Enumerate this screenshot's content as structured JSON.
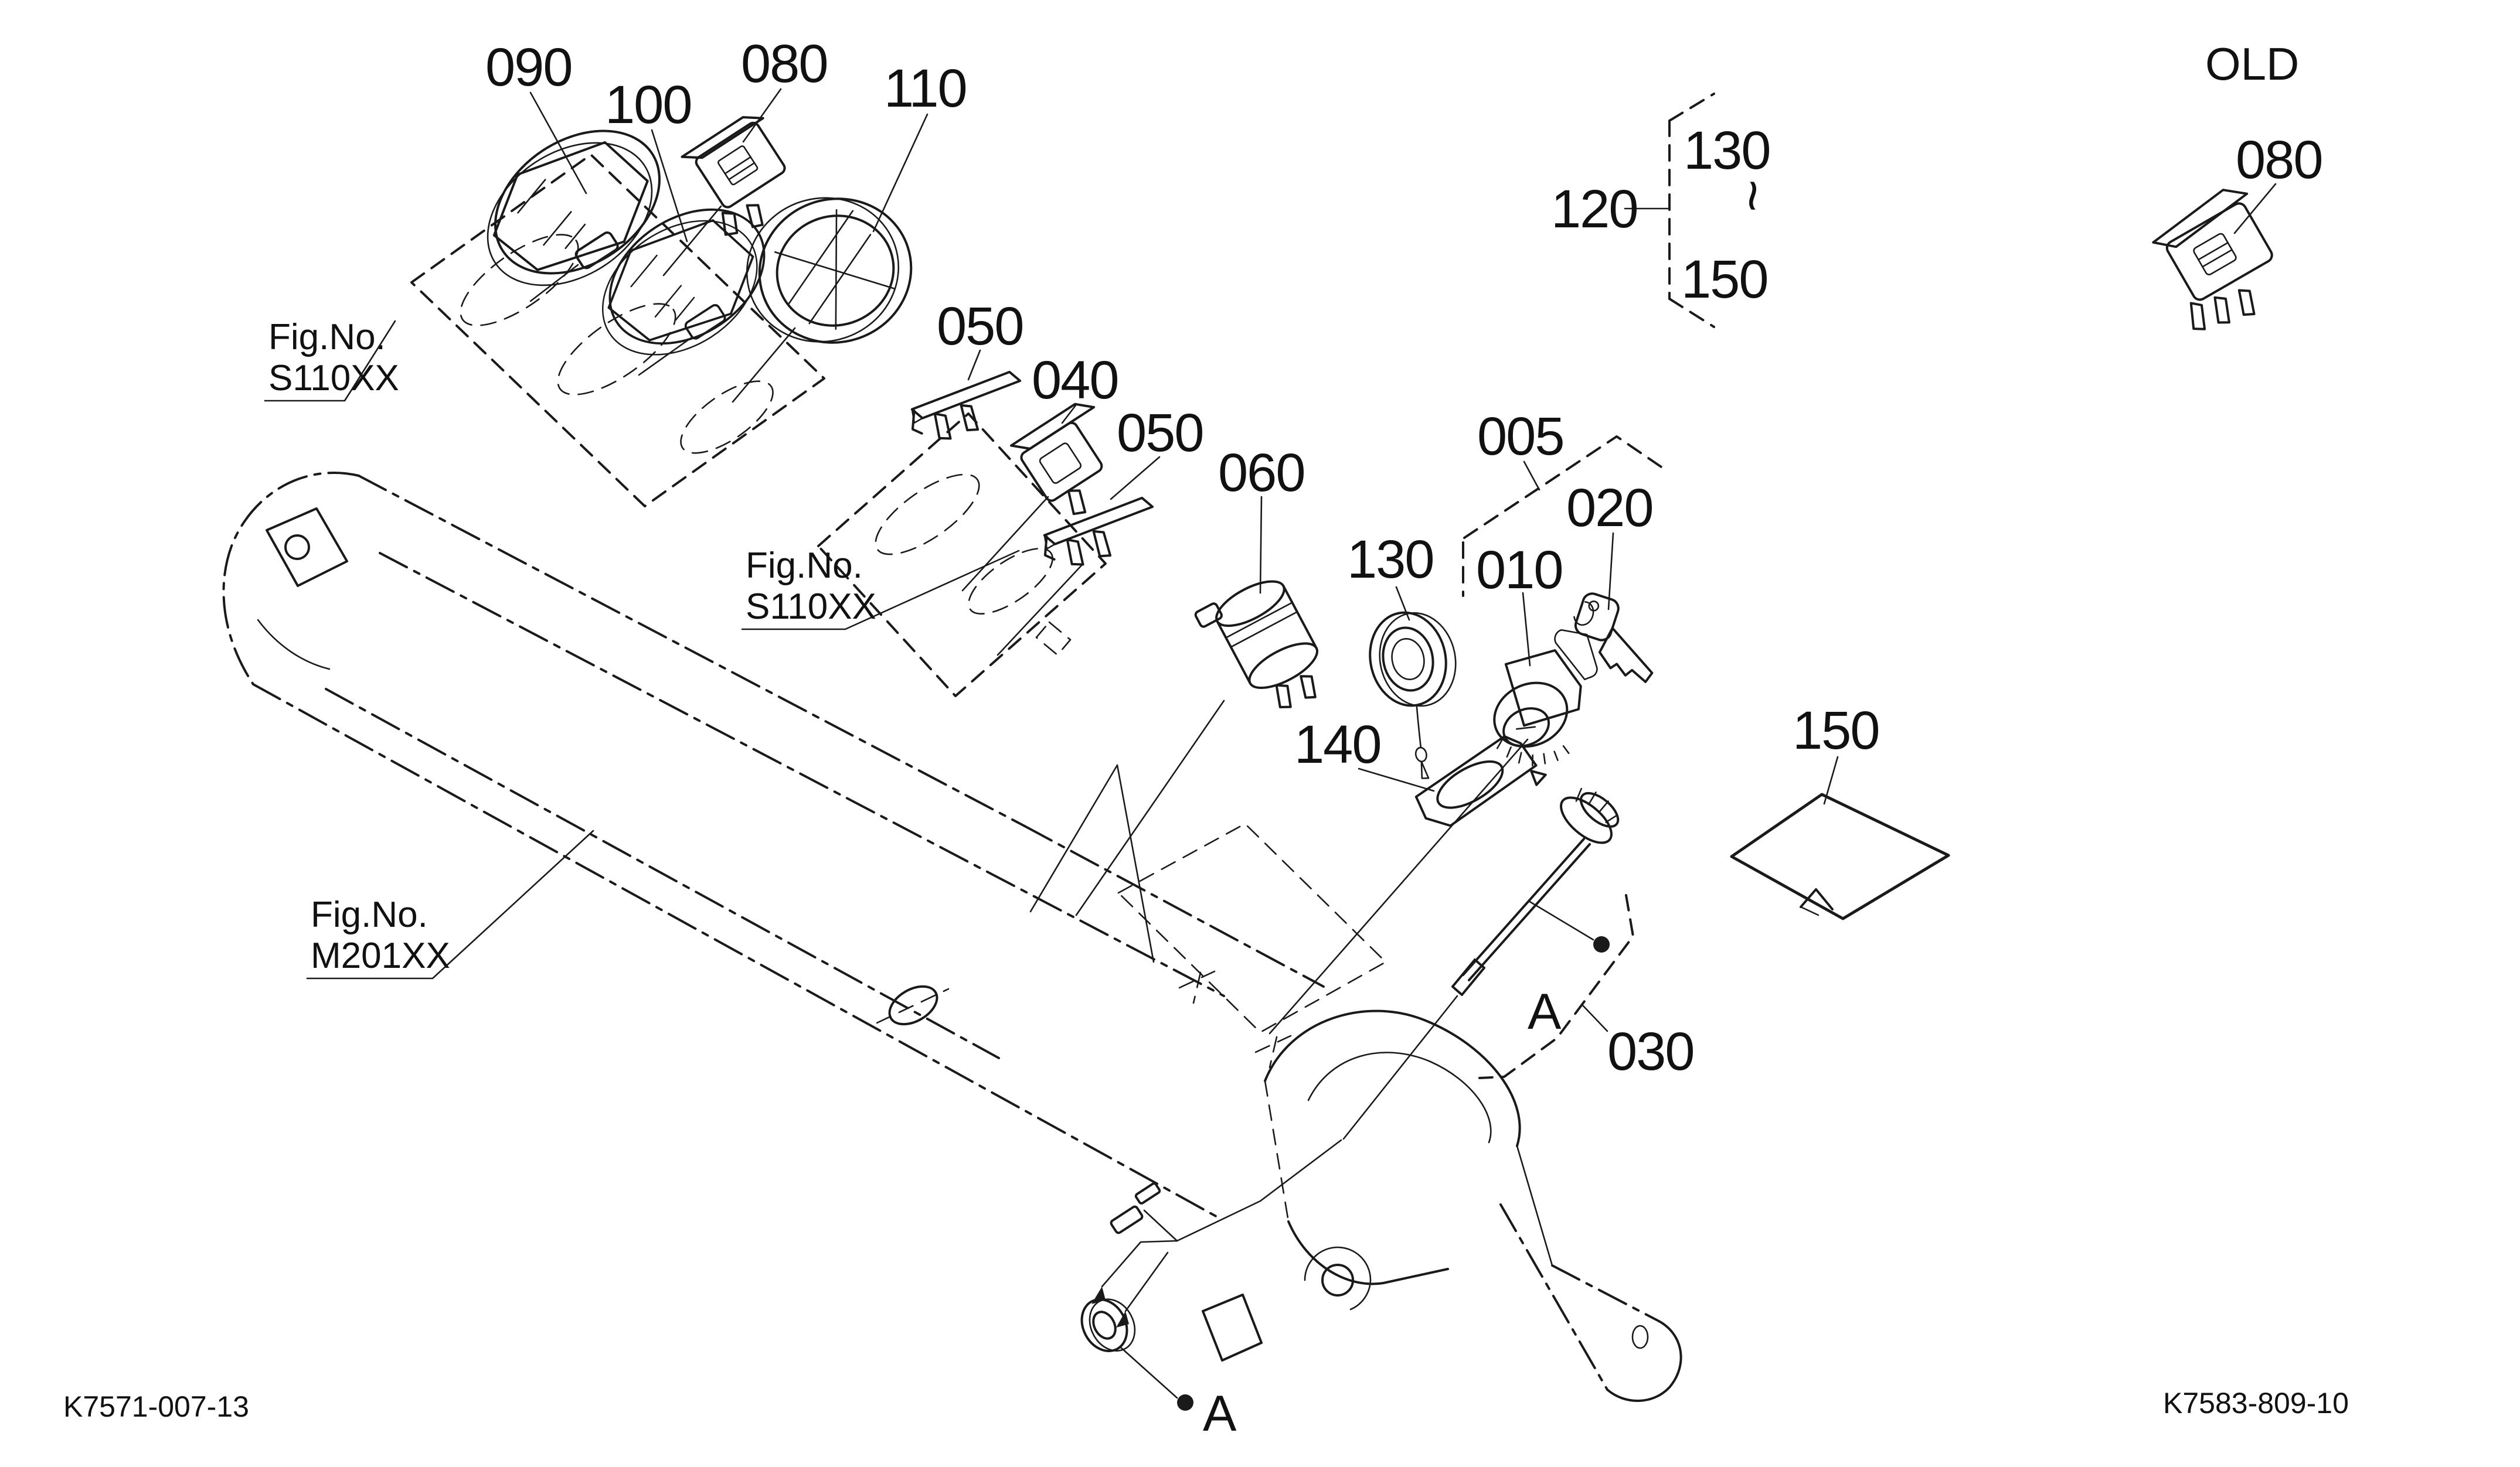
{
  "codes": {
    "left": "K7571-007-13",
    "right": "K7583-809-10"
  },
  "markers": {
    "a_mid": "A",
    "a_bottom": "A",
    "old": "OLD"
  },
  "group120": {
    "label": "120",
    "start": "130",
    "tilde": "~",
    "end": "150"
  },
  "fig_refs": {
    "prefix": "Fig.No.",
    "s110_top": "S110XX",
    "s110_mid": "S110XX",
    "m201": "M201XX"
  },
  "callouts": {
    "c005": "005",
    "c010": "010",
    "c020": "020",
    "c030": "030",
    "c040": "040",
    "c050_top": "050",
    "c050_mid": "050",
    "c060": "060",
    "c080": "080",
    "c080_old": "080",
    "c090": "090",
    "c100": "100",
    "c110": "110",
    "c120": "120",
    "c130_bracket": "130",
    "c130_grommet": "130",
    "c140": "140",
    "c150_bracket": "150",
    "c150_sticker": "150"
  }
}
